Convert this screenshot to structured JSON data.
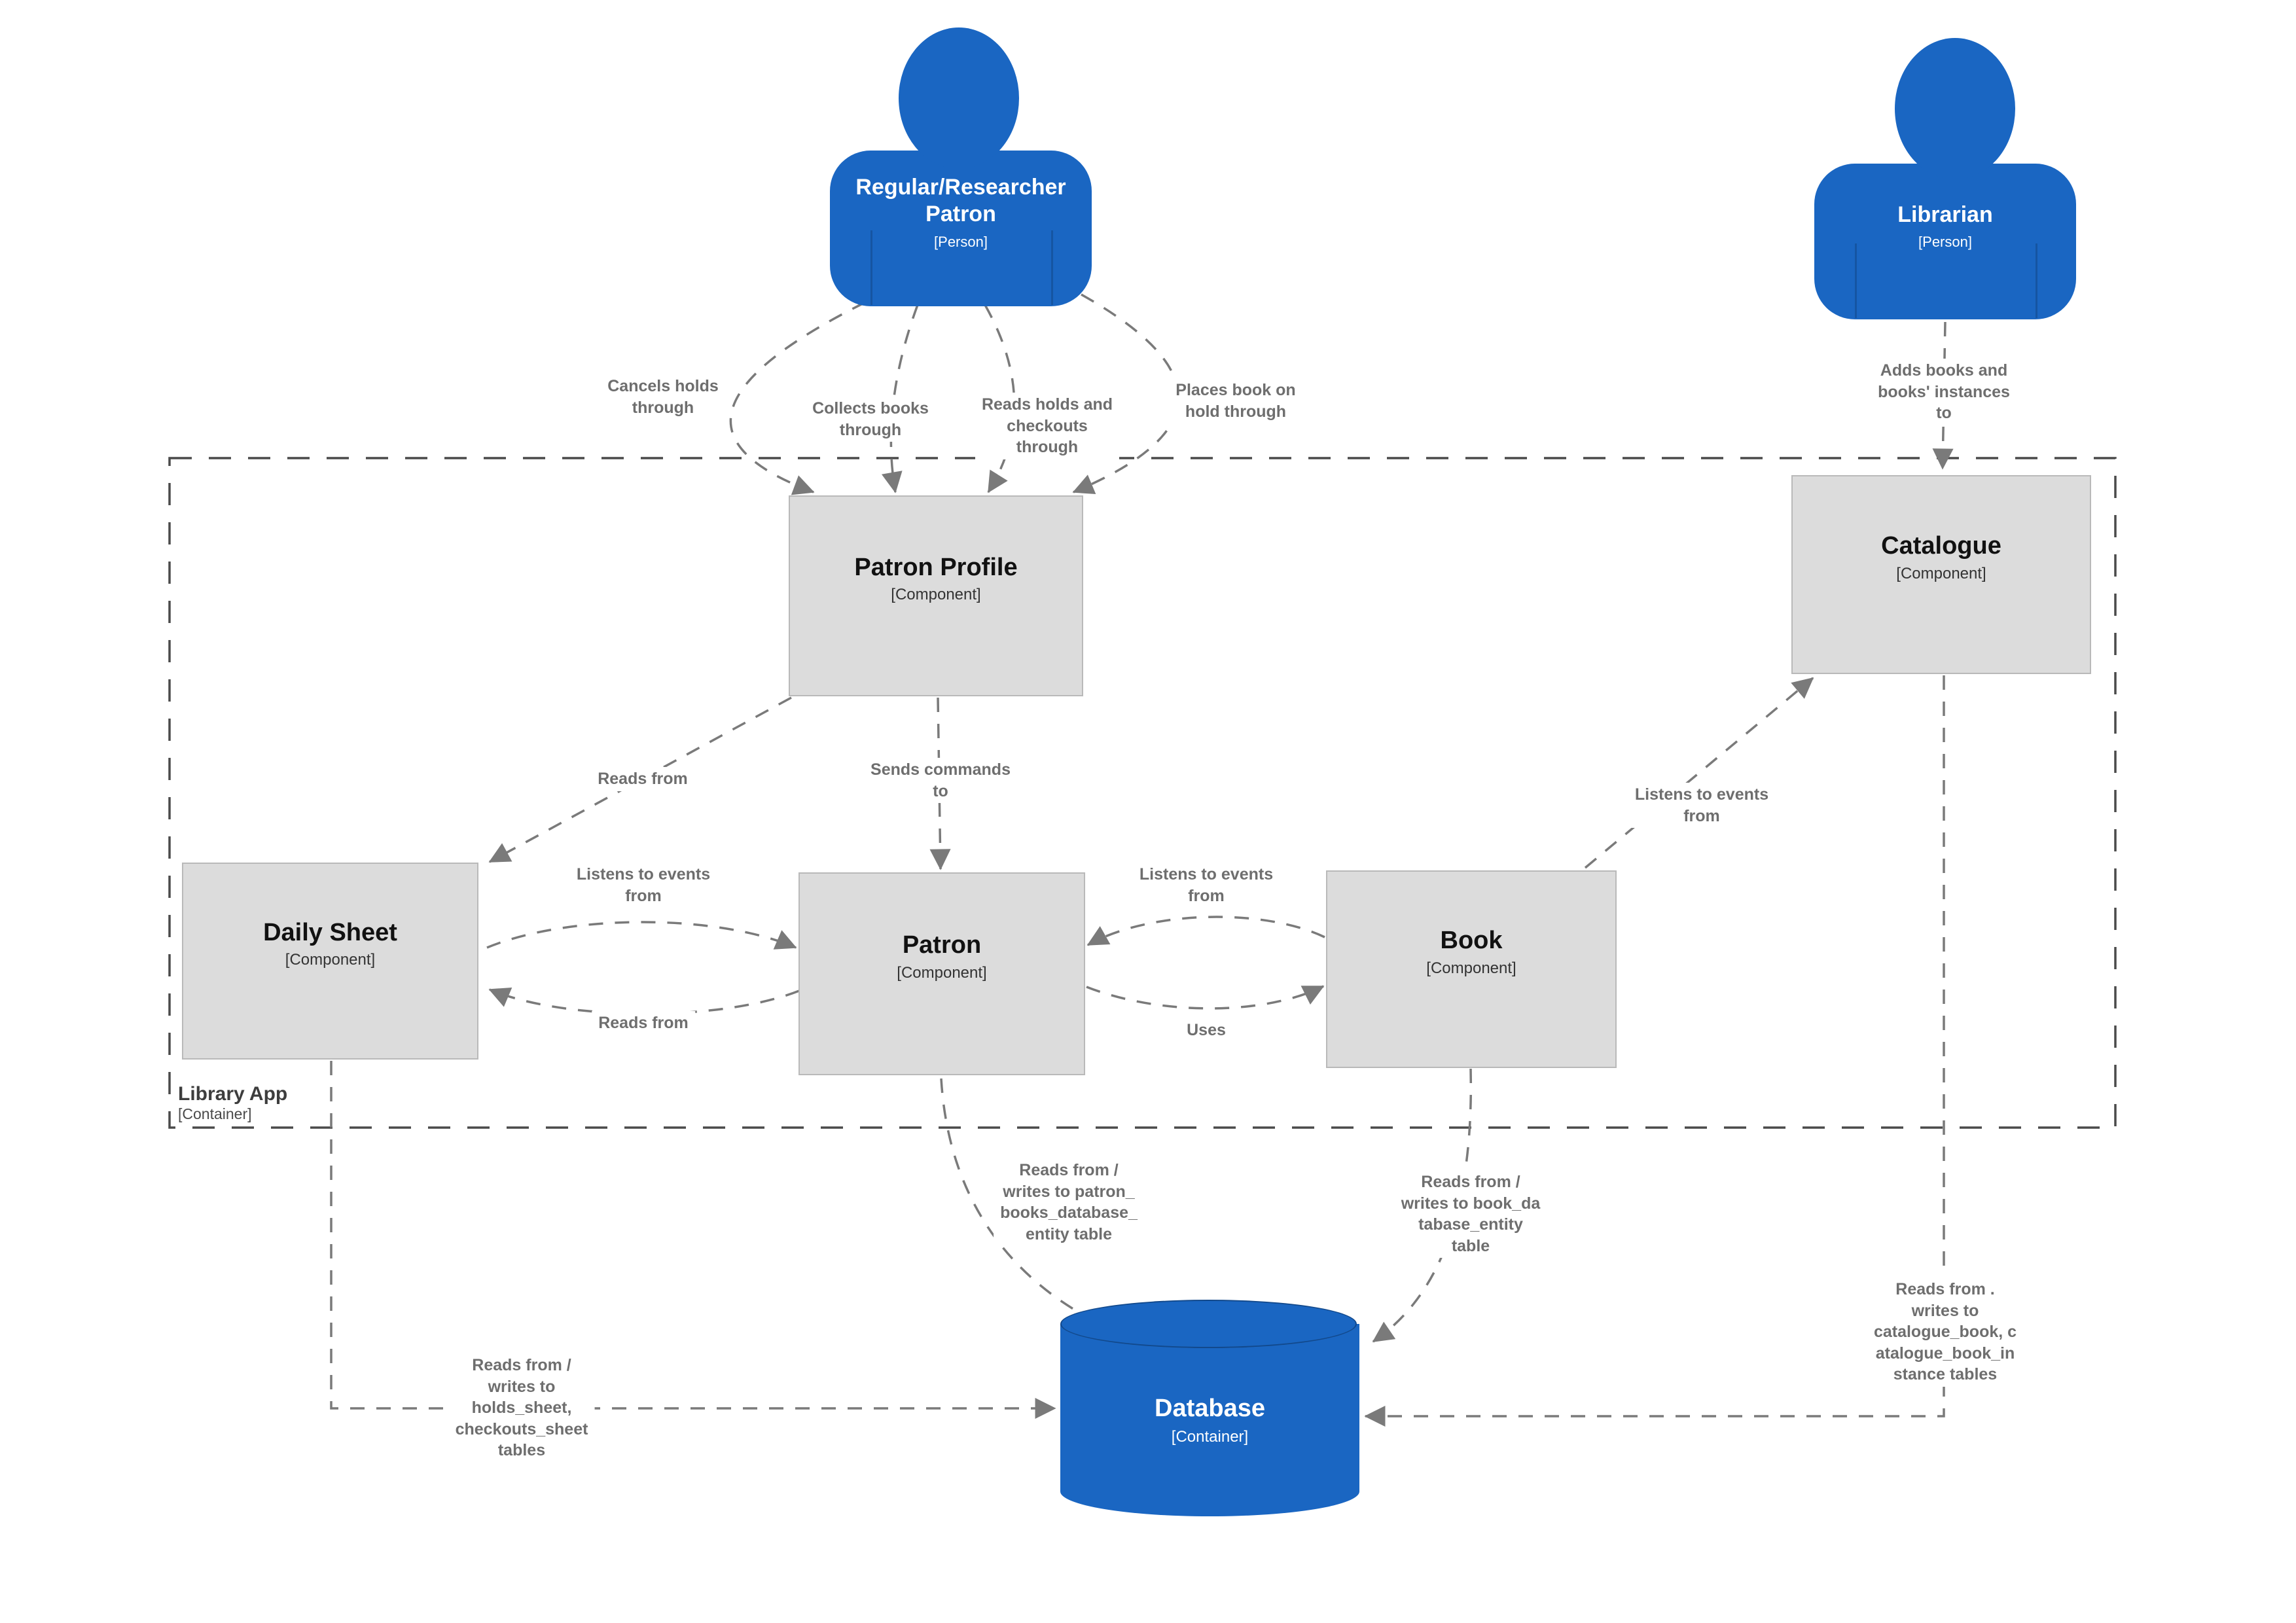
{
  "colors": {
    "node_blue": "#1a66c2",
    "component_fill": "#dcdcdc",
    "component_border": "#b9b9b9",
    "edge_gray": "#7a7a7a",
    "label_gray": "#6e6e6e",
    "boundary_gray": "#4a4a4a",
    "text_on_blue": "#ffffff"
  },
  "people": {
    "patron": {
      "name": "Regular/Researcher\nPatron",
      "meta": "[Person]"
    },
    "librarian": {
      "name": "Librarian",
      "meta": "[Person]"
    }
  },
  "boundary": {
    "name": "Library App",
    "meta": "[Container]"
  },
  "components": {
    "patron_profile": {
      "name": "Patron Profile",
      "meta": "[Component]"
    },
    "catalogue": {
      "name": "Catalogue",
      "meta": "[Component]"
    },
    "daily_sheet": {
      "name": "Daily Sheet",
      "meta": "[Component]"
    },
    "patron": {
      "name": "Patron",
      "meta": "[Component]"
    },
    "book": {
      "name": "Book",
      "meta": "[Component]"
    }
  },
  "database": {
    "name": "Database",
    "meta": "[Container]"
  },
  "relationships": [
    {
      "id": "patron-cancels-holds",
      "label": "Cancels holds\nthrough"
    },
    {
      "id": "patron-collects-books",
      "label": "Collects books\nthrough"
    },
    {
      "id": "patron-reads-holds-checkouts",
      "label": "Reads holds and\ncheckouts\nthrough"
    },
    {
      "id": "patron-places-book-on-hold",
      "label": "Places book on\nhold through"
    },
    {
      "id": "librarian-adds-books",
      "label": "Adds books and\nbooks' instances\nto"
    },
    {
      "id": "patron-profile-reads-from-daily-sheet",
      "label": "Reads from"
    },
    {
      "id": "patron-profile-sends-commands",
      "label": "Sends commands\nto"
    },
    {
      "id": "book-listens-to-catalogue",
      "label": "Listens to events\nfrom"
    },
    {
      "id": "daily-sheet-listens-to-patron",
      "label": "Listens to events\nfrom"
    },
    {
      "id": "patron-reads-from-daily-sheet",
      "label": "Reads from"
    },
    {
      "id": "book-listens-to-patron",
      "label": "Listens to events\nfrom"
    },
    {
      "id": "patron-uses-book",
      "label": "Uses"
    },
    {
      "id": "patron-to-database",
      "label": "Reads from /\nwrites to patron_\nbooks_database_\nentity table"
    },
    {
      "id": "book-to-database",
      "label": "Reads from /\nwrites to book_da\ntabase_entity\ntable"
    },
    {
      "id": "daily-sheet-to-database",
      "label": "Reads from /\nwrites to\nholds_sheet,\ncheckouts_sheet\ntables"
    },
    {
      "id": "catalogue-to-database",
      "label": "Reads from .\nwrites to\ncatalogue_book, c\natalogue_book_in\nstance tables"
    }
  ]
}
